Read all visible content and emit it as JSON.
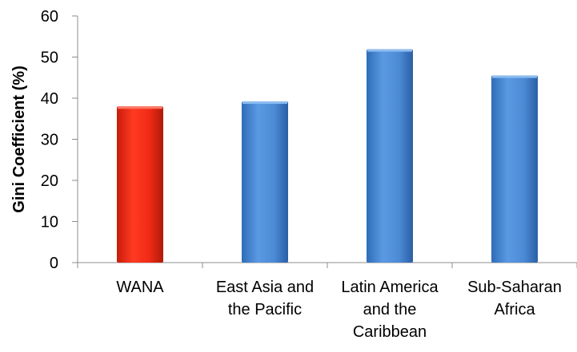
{
  "chart_data": {
    "type": "bar",
    "title": "",
    "xlabel": "",
    "ylabel": "Gini Coefficient (%)",
    "ylim": [
      0,
      60
    ],
    "yticks": [
      0,
      10,
      20,
      30,
      40,
      50,
      60
    ],
    "grid": false,
    "categories": [
      [
        "WANA"
      ],
      [
        "East Asia and",
        "the Pacific"
      ],
      [
        "Latin America",
        "and the",
        "Caribbean"
      ],
      [
        "Sub-Saharan",
        "Africa"
      ]
    ],
    "values": [
      38.0,
      39.2,
      51.9,
      45.5
    ],
    "colors": [
      "#e8321e",
      "#4a8ad6",
      "#4a8ad6",
      "#4a8ad6"
    ]
  }
}
